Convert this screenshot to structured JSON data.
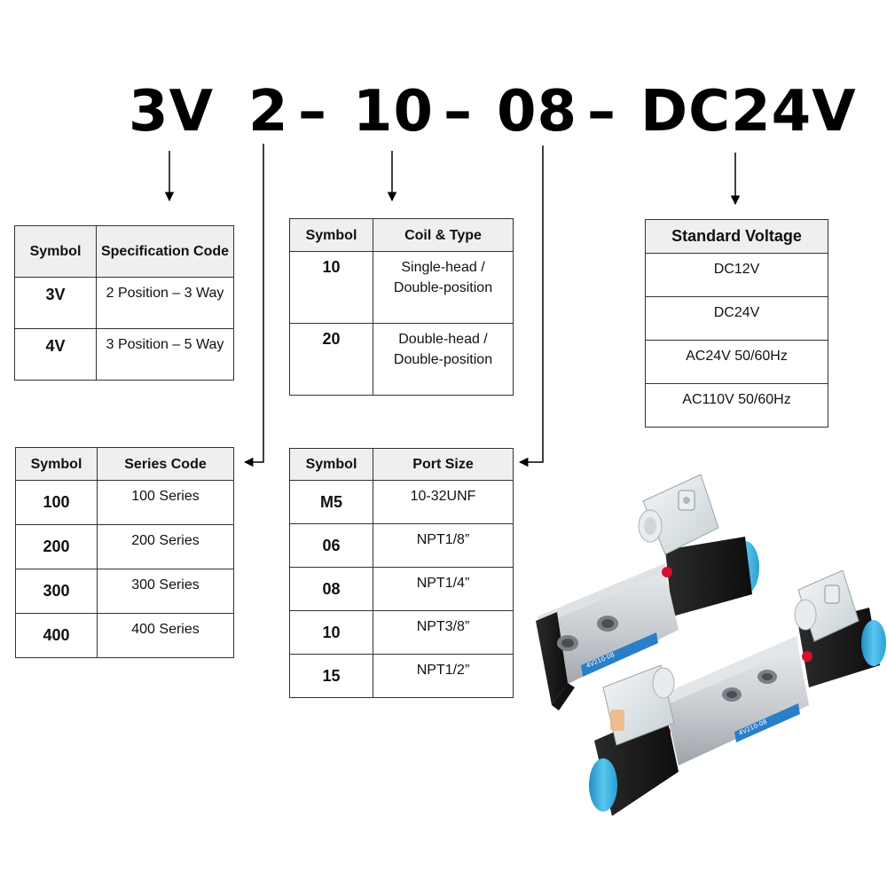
{
  "model_code": {
    "series": "3V",
    "size": "2",
    "sep1": "–",
    "coil": "10",
    "sep2": "–",
    "port": "08",
    "sep3": "–",
    "voltage": "DC24V"
  },
  "tables": {
    "spec": {
      "headers": [
        "Symbol",
        "Specification Code"
      ],
      "rows": [
        [
          "3V",
          "2 Position – 3 Way"
        ],
        [
          "4V",
          "3 Position – 5 Way"
        ]
      ]
    },
    "coil": {
      "headers": [
        "Symbol",
        "Coil & Type"
      ],
      "rows": [
        [
          "10",
          "Single-head / Double-position"
        ],
        [
          "20",
          "Double-head / Double-position"
        ]
      ]
    },
    "voltage": {
      "headers": [
        "Standard Voltage"
      ],
      "rows": [
        [
          "DC12V"
        ],
        [
          "DC24V"
        ],
        [
          "AC24V 50/60Hz"
        ],
        [
          "AC110V 50/60Hz"
        ]
      ]
    },
    "series": {
      "headers": [
        "Symbol",
        "Series Code"
      ],
      "rows": [
        [
          "100",
          "100 Series"
        ],
        [
          "200",
          "200 Series"
        ],
        [
          "300",
          "300 Series"
        ],
        [
          "400",
          "400 Series"
        ]
      ]
    },
    "port": {
      "headers": [
        "Symbol",
        "Port Size"
      ],
      "rows": [
        [
          "M5",
          "10-32UNF"
        ],
        [
          "06",
          "NPT1/8”"
        ],
        [
          "08",
          "NPT1/4”"
        ],
        [
          "10",
          "NPT3/8”"
        ],
        [
          "15",
          "NPT1/2”"
        ]
      ]
    }
  },
  "product_image": {
    "label_front": "4V210-08",
    "label_rear": "4V210-08"
  },
  "colors": {
    "ink": "#000000",
    "header_fill": "#efefef",
    "table_border": "#333333",
    "valve_body": "#c9cdd2",
    "valve_coil": "#1a1a1a",
    "valve_cap": "#3cb4e6",
    "valve_button": "#d8102c",
    "valve_label": "#2a7fc9"
  }
}
